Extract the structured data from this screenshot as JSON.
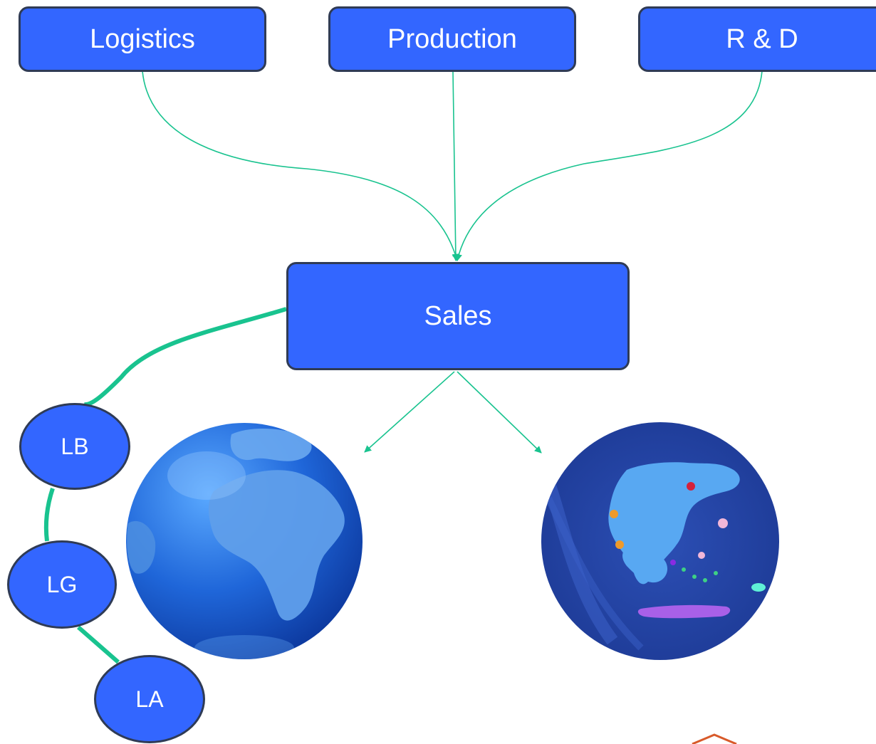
{
  "departments": {
    "logistics": "Logistics",
    "production": "Production",
    "rnd": "R & D"
  },
  "hub": {
    "label": "Sales"
  },
  "nodes": {
    "lb": "LB",
    "lg": "LG",
    "la": "LA"
  },
  "images": {
    "world_globe": "world-globe-image",
    "greece_globe": "greece-map-globe-image"
  },
  "colors": {
    "box_fill": "#3366ff",
    "box_border": "#2f3b55",
    "connector": "#19c38f",
    "text": "#ffffff"
  }
}
